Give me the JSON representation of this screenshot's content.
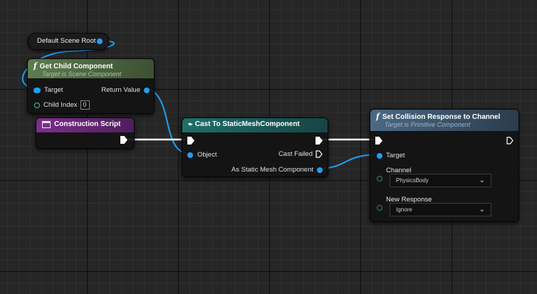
{
  "nodes": {
    "default_scene_root": {
      "title": "Default Scene Root"
    },
    "get_child_component": {
      "title": "Get Child Component",
      "subtitle": "Target is Scene Component",
      "pin_target": "Target",
      "pin_return_value": "Return Value",
      "pin_child_index": "Child Index",
      "child_index_value": "0"
    },
    "construction_script": {
      "title": "Construction Script"
    },
    "cast_to_static_mesh": {
      "title": "Cast To StaticMeshComponent",
      "pin_object": "Object",
      "pin_cast_failed": "Cast Failed",
      "pin_as_static_mesh": "As Static Mesh Component"
    },
    "set_collision_response": {
      "title": "Set Collision Response to Channel",
      "subtitle": "Target is Primitive Component",
      "pin_target": "Target",
      "pin_channel": "Channel",
      "channel_value": "PhysicsBody",
      "pin_new_response": "New Response",
      "new_response_value": "Ignore"
    }
  },
  "icons": {
    "function": "f",
    "construction": "script-icon",
    "cast": "exec-arrow-icon",
    "chevron": "⌄"
  },
  "colors": {
    "object_pin": "#1ea0f0",
    "exec_pin": "#ffffff",
    "int_pin": "#2fd3a6",
    "struct_pin": "#2e8c55",
    "get_child_header": "#5c7a4f",
    "construction_header": "#7a2b8a",
    "cast_header": "#1f6f6a",
    "set_collision_header": "#4d6b87"
  }
}
